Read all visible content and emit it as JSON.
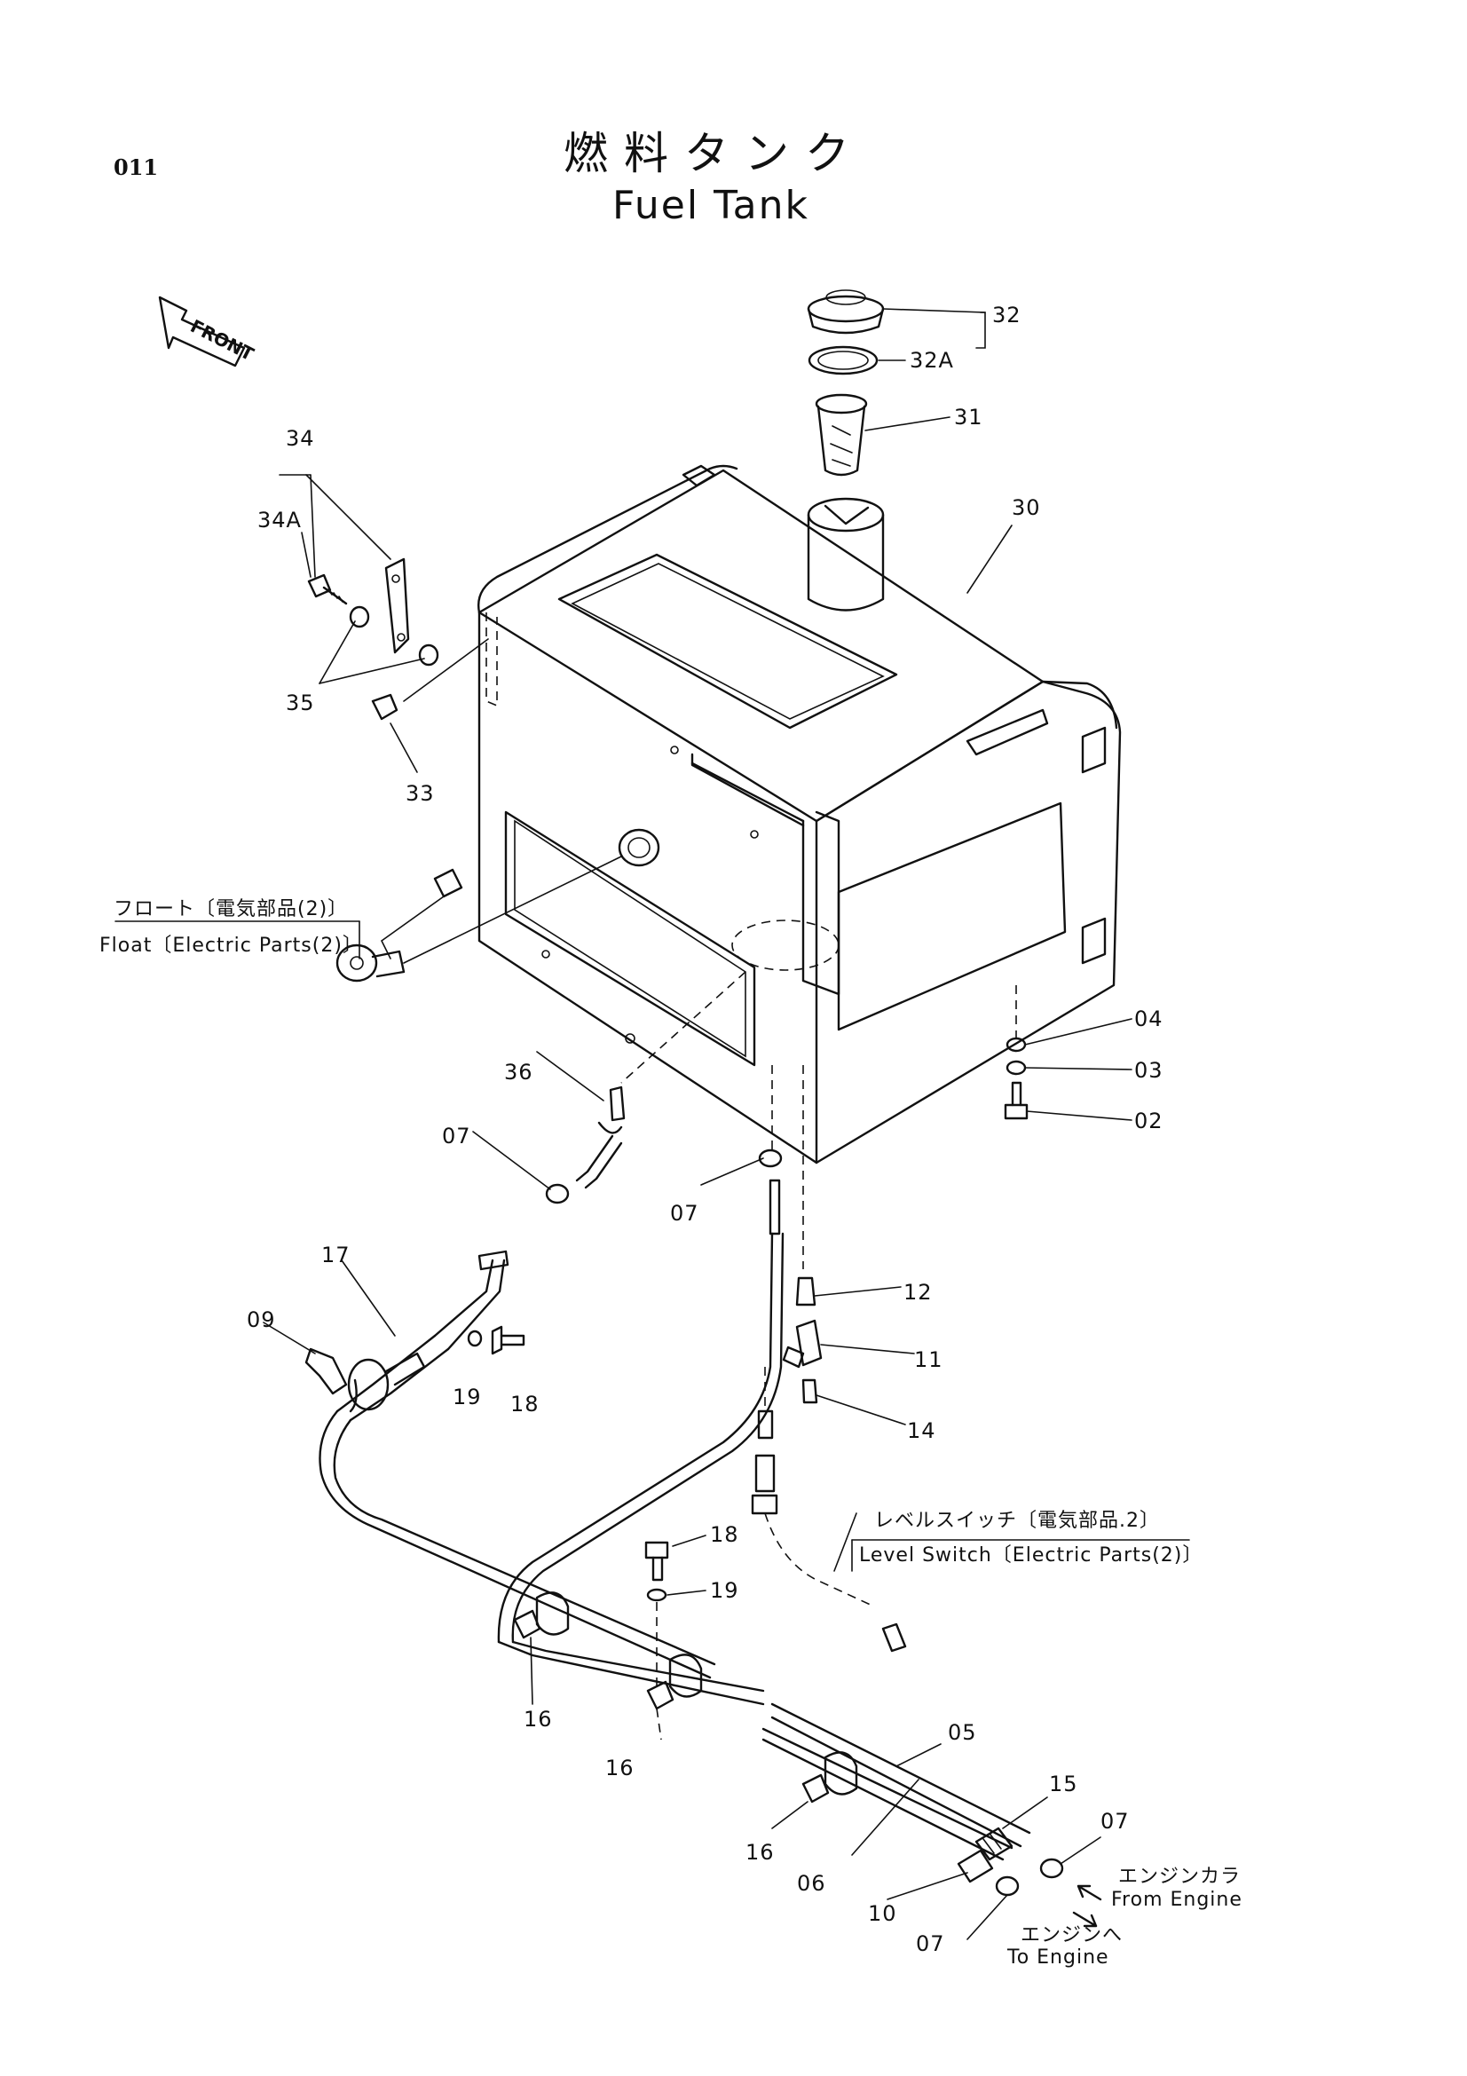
{
  "page_number": "011",
  "title": {
    "jp": "燃料タンク",
    "en": "Fuel Tank"
  },
  "front_arrow_label": "FRONT",
  "part_labels": {
    "p32": "32",
    "p32A": "32A",
    "p31": "31",
    "p30": "30",
    "p34": "34",
    "p34A": "34A",
    "p35": "35",
    "p33": "33",
    "p04": "04",
    "p03": "03",
    "p02": "02",
    "p36": "36",
    "p07a": "07",
    "p07b": "07",
    "p07c": "07",
    "p07d": "07",
    "p17": "17",
    "p09": "09",
    "p19a": "19",
    "p18a": "18",
    "p12": "12",
    "p11": "11",
    "p14": "14",
    "p18b": "18",
    "p19b": "19",
    "p16a": "16",
    "p16b": "16",
    "p16c": "16",
    "p05": "05",
    "p15": "15",
    "p06": "06",
    "p10": "10"
  },
  "callouts": {
    "float_jp": "フロート〔電気部品(2)〕",
    "float_en": "Float〔Electric Parts(2)〕",
    "level_jp": "レベルスイッチ〔電気部品.2〕",
    "level_en": "Level Switch〔Electric Parts(2)〕",
    "from_engine_jp": "エンジンカラ",
    "from_engine_en": "From Engine",
    "to_engine_jp": "エンジンへ",
    "to_engine_en": "To Engine"
  }
}
